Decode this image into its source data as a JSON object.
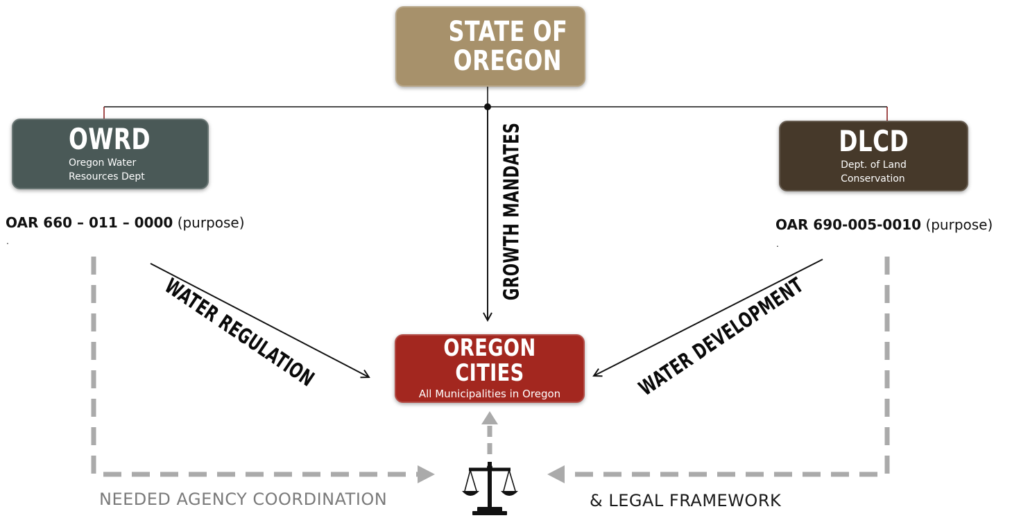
{
  "colors": {
    "state": "#a7916b",
    "owrd": "#4a5957",
    "dlcd": "#46392a",
    "cities": "#a3271f",
    "connector": "#111111",
    "tick": "#8b2020",
    "dashed": "#aaaaaa"
  },
  "state": {
    "title_line1": "STATE OF",
    "title_line2": "OREGON"
  },
  "owrd": {
    "title": "OWRD",
    "sub_line1": "Oregon Water",
    "sub_line2": "Resources Dept"
  },
  "dlcd": {
    "title": "DLCD",
    "sub_line1": "Dept. of Land",
    "sub_line2": "Conservation"
  },
  "cities": {
    "title": "OREGON CITIES",
    "subtitle": "All Municipalities in Oregon"
  },
  "oar_left": {
    "code": "OAR 660 – 011 – 0000",
    "note": "(purpose)",
    "dot": "."
  },
  "oar_right": {
    "code": "OAR 690-005-0010",
    "note": "(purpose)",
    "dot": "."
  },
  "flows": {
    "growth": "GROWTH MANDATES",
    "water_regulation": "WATER REGULATION",
    "water_development": "WATER DEVELOPMENT"
  },
  "footer": {
    "needed": "NEEDED AGENCY COORDINATION",
    "legal": "& LEGAL FRAMEWORK",
    "icon": "scales-of-justice-icon"
  }
}
